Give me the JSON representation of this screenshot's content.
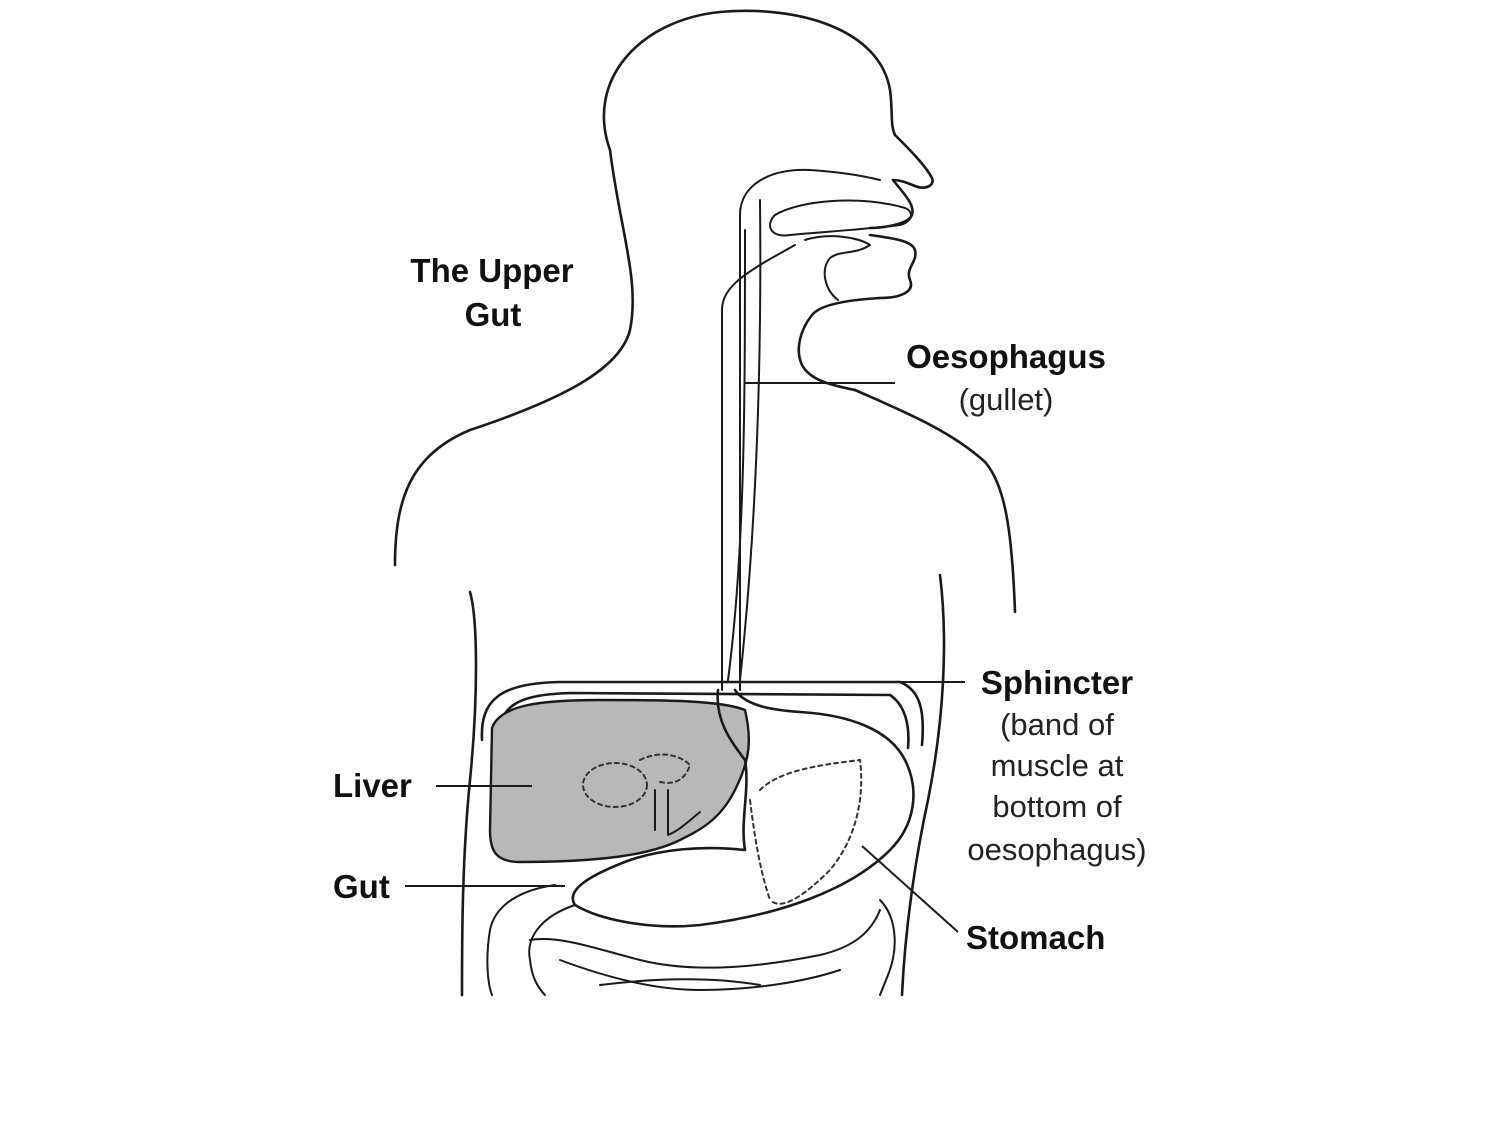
{
  "colors": {
    "background": "#ffffff",
    "outline": "#1a1a1a",
    "liver_fill": "#b8b8b8",
    "text": "#111111"
  },
  "title": {
    "line1": "The Upper",
    "line2": "Gut"
  },
  "labels": {
    "oesophagus": {
      "name": "Oesophagus",
      "note": "(gullet)"
    },
    "sphincter": {
      "name": "Sphincter",
      "note_lines": [
        "(band of",
        "muscle at",
        "bottom of",
        "oesophagus)"
      ]
    },
    "liver": {
      "name": "Liver"
    },
    "gut": {
      "name": "Gut"
    },
    "stomach": {
      "name": "Stomach"
    }
  }
}
